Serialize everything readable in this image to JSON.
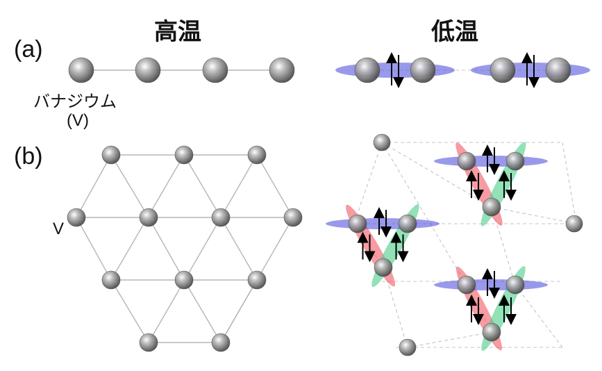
{
  "labels": {
    "high_temp": "高温",
    "low_temp": "低温",
    "part_a": "(a)",
    "part_b": "(b)",
    "vanadium": "バナジウム",
    "v_paren": "(V)",
    "v_symbol": "V"
  },
  "colors": {
    "atom": "#7a7a7a",
    "bond": "#b5b5b5",
    "dashed": "#c4c4c4",
    "orbital_blue": "#5a5adf",
    "orbital_red": "#f25d6a",
    "orbital_green": "#4fcf8a",
    "arrow": "#000000"
  }
}
